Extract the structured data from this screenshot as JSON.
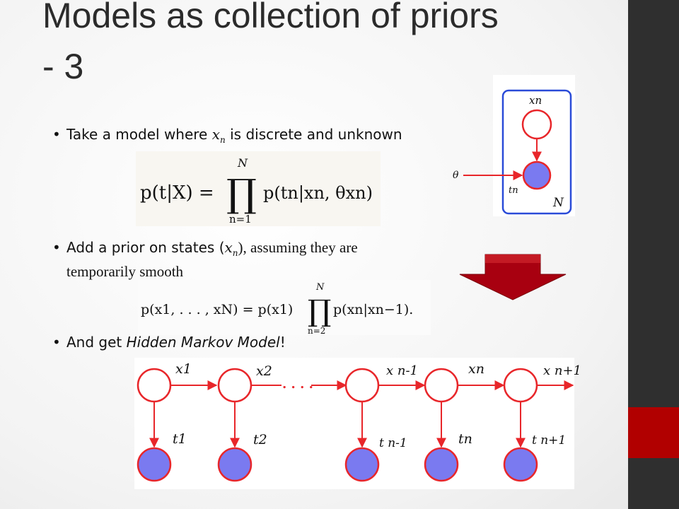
{
  "slide": {
    "title_line1": "Models as collection of priors",
    "title_line2": "- 3"
  },
  "bullets": [
    {
      "bullet": "•",
      "prefix": "Take a model where ",
      "var": "x",
      "sub": "n",
      "suffix": " is discrete and unknown"
    },
    {
      "bullet": "•",
      "prefix": "Add a prior on states (",
      "var": "x",
      "sub": "n",
      "suffix": "), assuming they are",
      "line2": "temporarily smooth"
    },
    {
      "bullet": "•",
      "prefix": "And get ",
      "emph": "Hidden Markov Model",
      "suffix": "!"
    }
  ],
  "eq1": {
    "lhs": "p(t|X) =",
    "upper": "N",
    "product": "∏",
    "lower": "n=1",
    "rhs": "p(tn|xn, θxn)"
  },
  "eq2": {
    "lhs": "p(x1, . . . , xN) = p(x1)",
    "upper": "N",
    "product": "∏",
    "lower": "n=2",
    "rhs": "p(xn|xn−1)."
  },
  "graphical_model": {
    "top_label": "xn",
    "bottom_label": "tn",
    "plate_label": "N",
    "param_label": "θ"
  },
  "hmm": {
    "x_labels": [
      "x1",
      "x2",
      "x n-1",
      "xn",
      "x n+1"
    ],
    "t_labels": [
      "t1",
      "t2",
      "t n-1",
      "tn",
      "t n+1"
    ],
    "dots": ". . . ."
  },
  "colors": {
    "red": "#e8262a",
    "node_fill": "#7a7af0",
    "plate_blue": "#2a4bd8",
    "arrow_dark": "#a80010",
    "sidebar": "#2f2f2f",
    "accent": "#b10000"
  }
}
